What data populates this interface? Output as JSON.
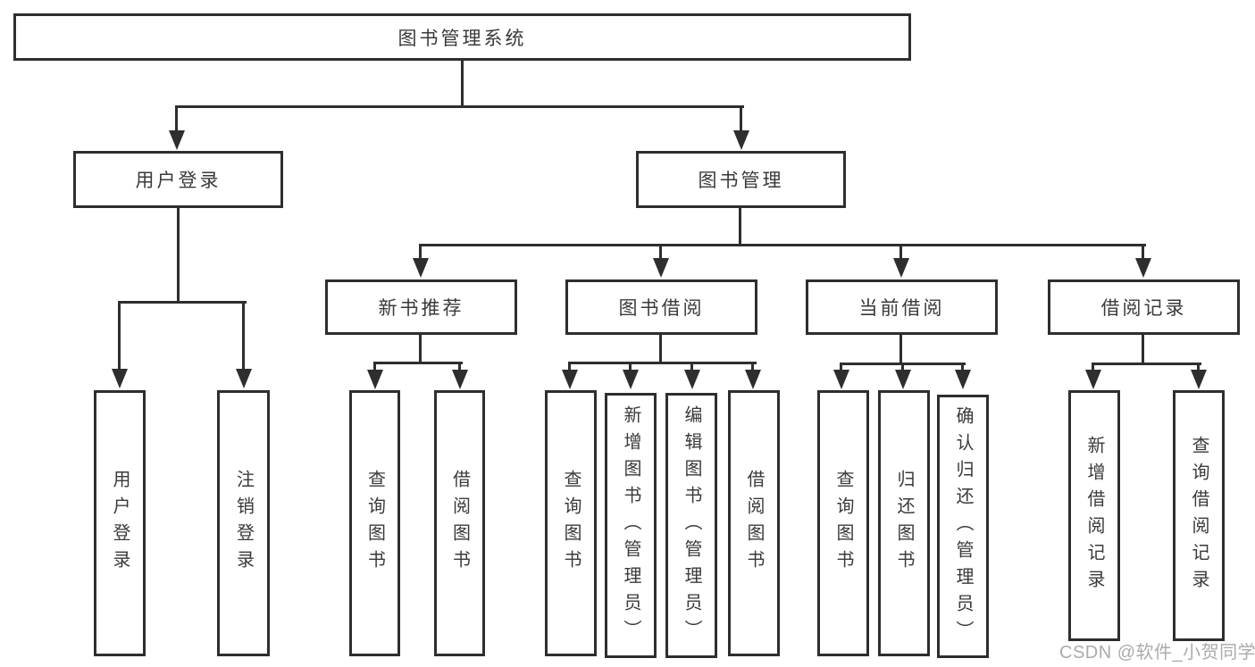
{
  "root": {
    "label": "图书管理系统"
  },
  "branches": [
    {
      "label": "用户登录",
      "children": [
        {
          "label": "用户登录"
        },
        {
          "label": "注销登录"
        }
      ]
    },
    {
      "label": "图书管理",
      "children": [
        {
          "label": "新书推荐",
          "children": [
            {
              "label": "查询图书"
            },
            {
              "label": "借阅图书"
            }
          ]
        },
        {
          "label": "图书借阅",
          "children": [
            {
              "label": "查询图书"
            },
            {
              "label": "新增图书（管理员）"
            },
            {
              "label": "编辑图书（管理员）"
            },
            {
              "label": "借阅图书"
            }
          ]
        },
        {
          "label": "当前借阅",
          "children": [
            {
              "label": "查询图书"
            },
            {
              "label": "归还图书"
            },
            {
              "label": "确认归还（管理员）"
            }
          ]
        },
        {
          "label": "借阅记录",
          "children": [
            {
              "label": "新增借阅记录"
            },
            {
              "label": "查询借阅记录"
            }
          ]
        }
      ]
    }
  ],
  "watermark": "CSDN @软件_小贺同学",
  "colors": {
    "line": "#2e2e2e",
    "text": "#3a3a3a",
    "watermark": "#ababab",
    "background": "#ffffff"
  }
}
